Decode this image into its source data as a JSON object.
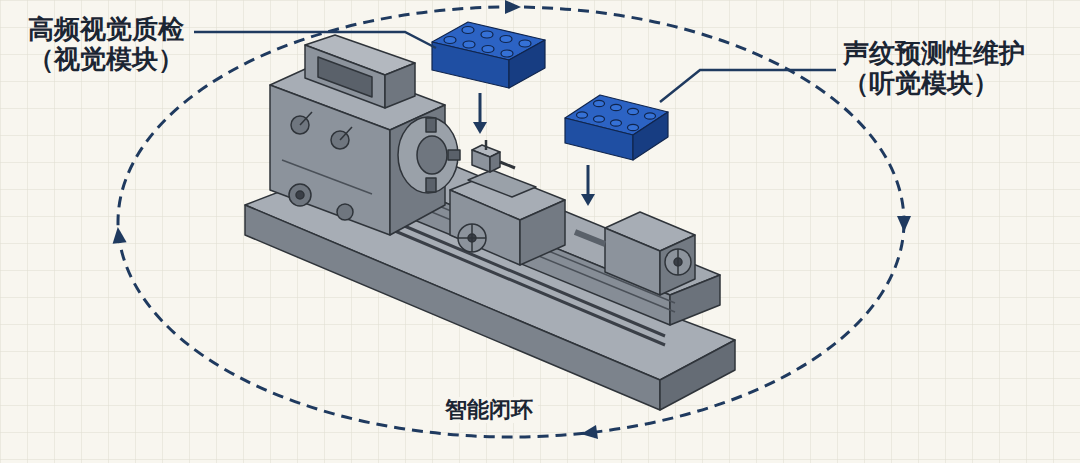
{
  "diagram": {
    "labels": [
      "高频视觉质检 （视觉模块）",
      "声纹预测性维护 （听觉模块）",
      "智能闭环"
    ]
  }
}
